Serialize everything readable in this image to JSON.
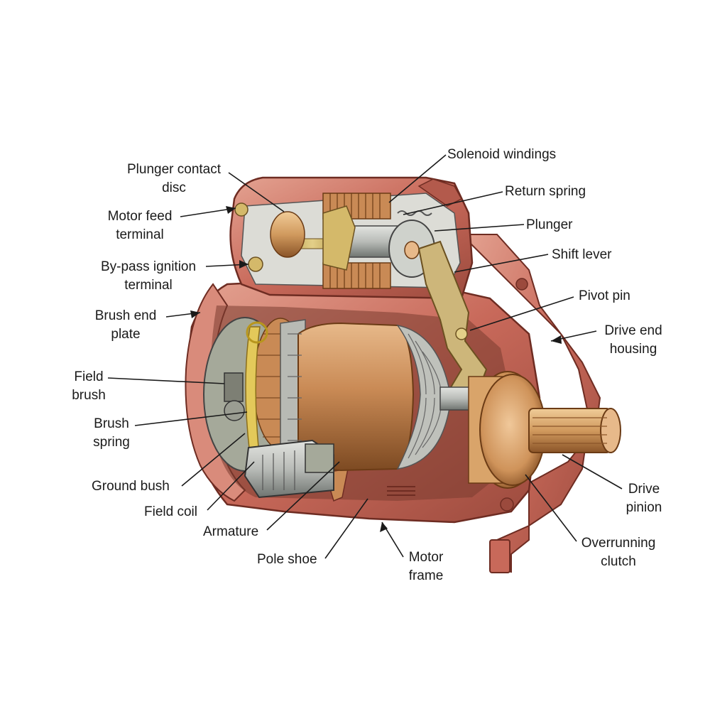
{
  "colors": {
    "housing": "#c8695a",
    "housing_dark": "#8e3f33",
    "housing_light": "#e4a392",
    "copper": "#c98a55",
    "copper_dark": "#8a5428",
    "steel": "#b9bcb8",
    "steel_dark": "#6f7470",
    "brass": "#d4b96a",
    "leader": "#1a1a1a"
  },
  "labels": {
    "solenoid_windings": "Solenoid windings",
    "plunger_contact_disc": [
      "Plunger contact",
      "disc"
    ],
    "return_spring": "Return spring",
    "motor_feed_terminal": [
      "Motor feed",
      "terminal"
    ],
    "plunger": "Plunger",
    "shift_lever": "Shift lever",
    "bypass_ignition_terminal": [
      "By-pass ignition",
      "terminal"
    ],
    "pivot_pin": "Pivot pin",
    "brush_end_plate": [
      "Brush end",
      "plate"
    ],
    "drive_end_housing": [
      "Drive end",
      "housing"
    ],
    "field_brush": [
      "Field",
      "brush"
    ],
    "brush_spring": [
      "Brush",
      "spring"
    ],
    "ground_bush": "Ground bush",
    "drive_pinion": [
      "Drive",
      "pinion"
    ],
    "field_coil": "Field coil",
    "armature": "Armature",
    "overrunning_clutch": [
      "Overrunning",
      "clutch"
    ],
    "pole_shoe": "Pole shoe",
    "motor_frame": [
      "Motor",
      "frame"
    ]
  }
}
